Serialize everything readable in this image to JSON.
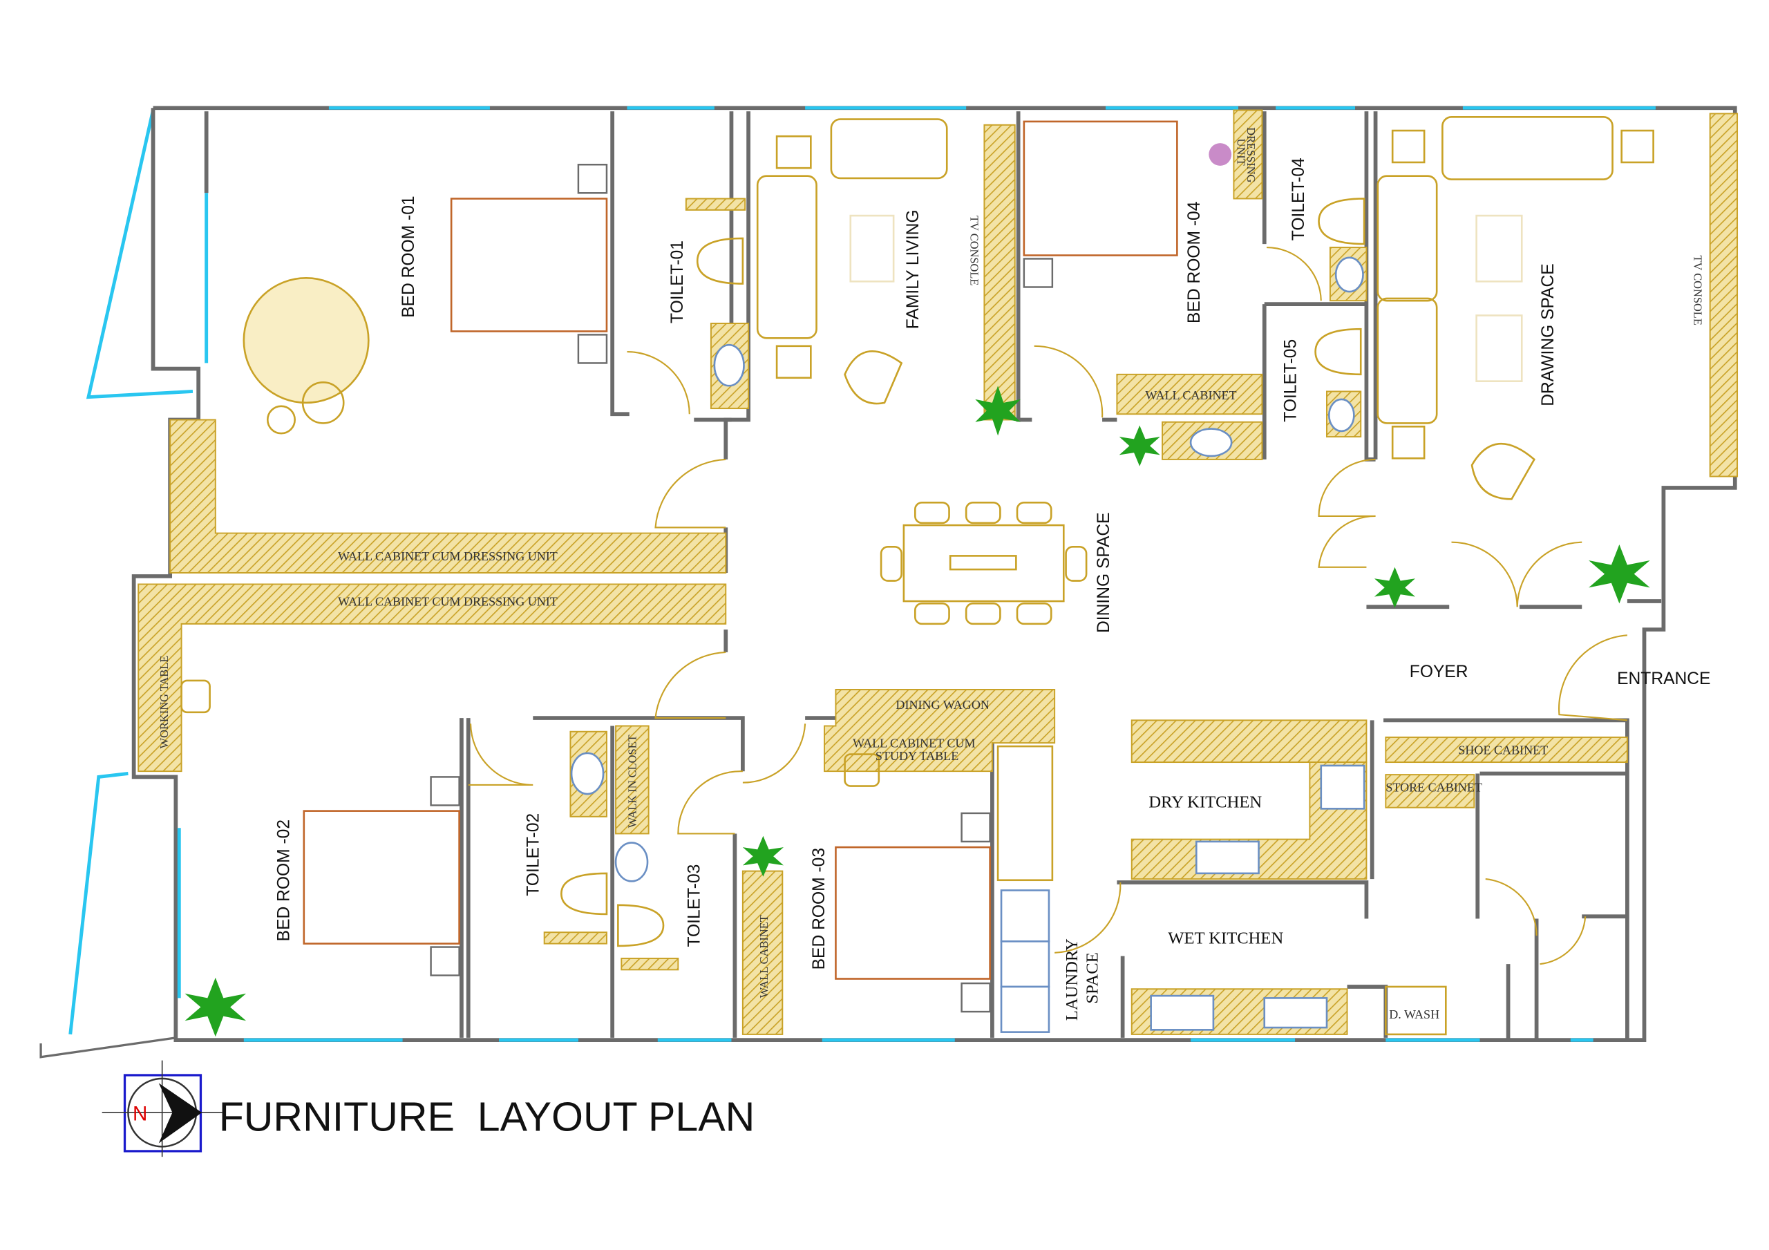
{
  "title": "FURNITURE  LAYOUT PLAN",
  "compass": {
    "letter": "N"
  },
  "rooms": {
    "bedroom1": "BED ROOM -01",
    "toilet1": "TOILET-01",
    "family_living": "FAMILY LIVING",
    "tv_console_1": "TV CONSOLE",
    "bedroom4": "BED ROOM -04",
    "dressing_unit_1": "DRESSING",
    "dressing_unit_2": "UNIT",
    "toilet4": "TOILET-04",
    "toilet5": "TOILET-05",
    "drawing_space": "DRAWING SPACE",
    "tv_console_2": "TV CONSOLE",
    "wall_cabinet_b4": "WALL CABINET",
    "dining_space": "DINING SPACE",
    "wall_cabinet_dressing_1": "WALL CABINET CUM DRESSING UNIT",
    "wall_cabinet_dressing_2": "WALL CABINET CUM DRESSING UNIT",
    "working_table": "WORKING TABLE",
    "foyer": "FOYER",
    "entrance": "ENTRANCE",
    "dining_wagon": "DINING WAGON",
    "study_table_1": "WALL CABINET CUM",
    "study_table_2": "STUDY TABLE",
    "shoe_cabinet": "SHOE CABINET",
    "store_cabinet": "STORE CABINET",
    "dry_kitchen": "DRY KITCHEN",
    "walk_in_closet": "WALK IN CLOSET",
    "toilet2": "TOILET-02",
    "toilet3": "TOILET-03",
    "bedroom2": "BED ROOM -02",
    "bedroom3": "BED ROOM -03",
    "wall_cabinet_b3": "WALL CABINET",
    "laundry_1": "LAUNDRY",
    "laundry_2": "SPACE",
    "wet_kitchen": "WET KITCHEN",
    "d_wash": "D. WASH"
  },
  "colors": {
    "wall": "#6b6b6b",
    "window": "#29c6f0",
    "furniture": "#c9a227",
    "bed": "#c0662a",
    "sanitary": "#6a8fc4",
    "plant": "#22a31f"
  }
}
